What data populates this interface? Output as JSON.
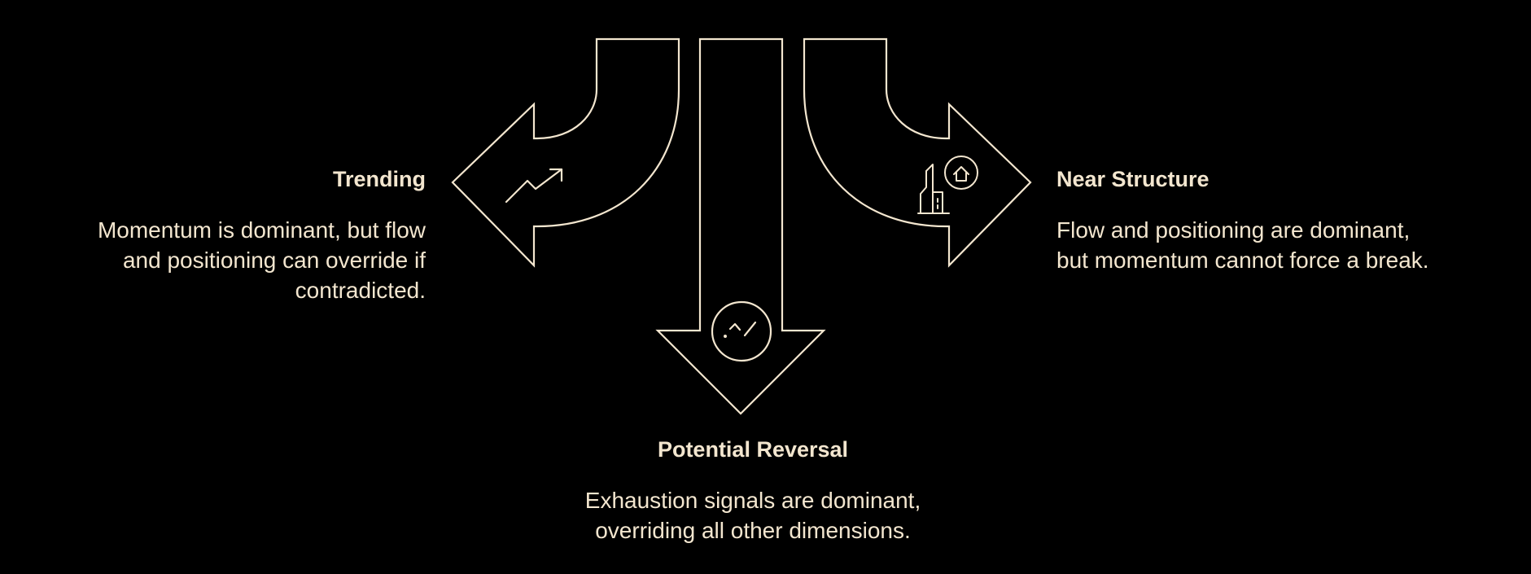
{
  "colors": {
    "background": "#000000",
    "stroke": "#f3e6cf",
    "text": "#f3e6cf"
  },
  "diagram": {
    "items": [
      {
        "title": "Trending",
        "description_lines": [
          "Momentum is dominant, but flow",
          "and positioning can override if",
          "contradicted."
        ],
        "icon": "trend-up-icon"
      },
      {
        "title": "Near Structure",
        "description_lines": [
          "Flow and positioning are dominant,",
          "but momentum cannot force a break."
        ],
        "icon": "building-home-icon"
      },
      {
        "title": "Potential Reversal",
        "description_lines": [
          "Exhaustion signals are dominant,",
          "overriding all other dimensions."
        ],
        "icon": "reversal-chart-icon"
      }
    ]
  }
}
